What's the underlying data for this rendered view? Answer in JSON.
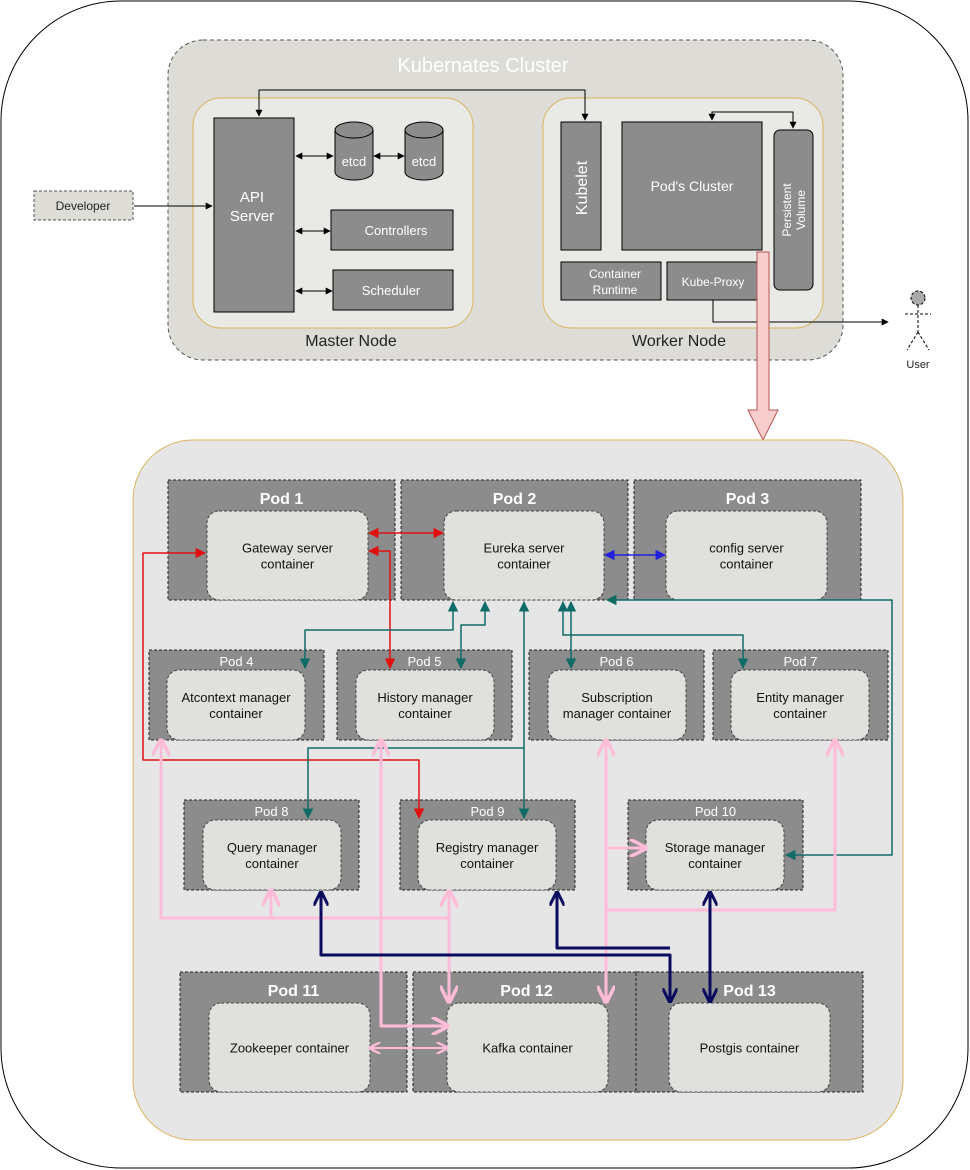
{
  "cluster": {
    "title": "Kubernates Cluster",
    "master_node": {
      "label": "Master Node",
      "api_server_line1": "API",
      "api_server_line2": "Server",
      "etcd_1": "etcd",
      "etcd_2": "etcd",
      "controllers": "Controllers",
      "scheduler": "Scheduler"
    },
    "worker_node": {
      "label": "Worker Node",
      "kubelet": "Kubelet",
      "pods_cluster": "Pod's Cluster",
      "persistent_volume_line1": "Persistent",
      "persistent_volume_line2": "Volume",
      "container_runtime_line1": "Container",
      "container_runtime_line2": "Runtime",
      "kube_proxy": "Kube-Proxy"
    }
  },
  "developer": "Developer",
  "user": "User",
  "pods": [
    {
      "title": "Pod 1",
      "line1": "Gateway server",
      "line2": "container"
    },
    {
      "title": "Pod 2",
      "line1": "Eureka server",
      "line2": "container"
    },
    {
      "title": "Pod 3",
      "line1": "config server",
      "line2": "container"
    },
    {
      "title": "Pod 4",
      "line1": "Atcontext manager",
      "line2": "container"
    },
    {
      "title": "Pod 5",
      "line1": "History manager",
      "line2": "container"
    },
    {
      "title": "Pod 6",
      "line1": "Subscription",
      "line2": "manager container"
    },
    {
      "title": "Pod 7",
      "line1": "Entity manager",
      "line2": "container"
    },
    {
      "title": "Pod 8",
      "line1": "Query manager",
      "line2": "container"
    },
    {
      "title": "Pod 9",
      "line1": "Registry manager",
      "line2": "container"
    },
    {
      "title": "Pod 10",
      "line1": "Storage manager",
      "line2": "container"
    },
    {
      "title": "Pod 11",
      "line1": "Zookeeper container",
      "line2": ""
    },
    {
      "title": "Pod 12",
      "line1": "Kafka container",
      "line2": ""
    },
    {
      "title": "Pod 13",
      "line1": "Postgis container",
      "line2": ""
    }
  ],
  "colors": {
    "red": "#e01010",
    "teal": "#0f6b66",
    "blue": "#2222dd",
    "pink": "#ffbcd9",
    "navy": "#0a0a5e",
    "pod_gray": "#8c8c8c",
    "container_fill": "#e0e0dc"
  }
}
